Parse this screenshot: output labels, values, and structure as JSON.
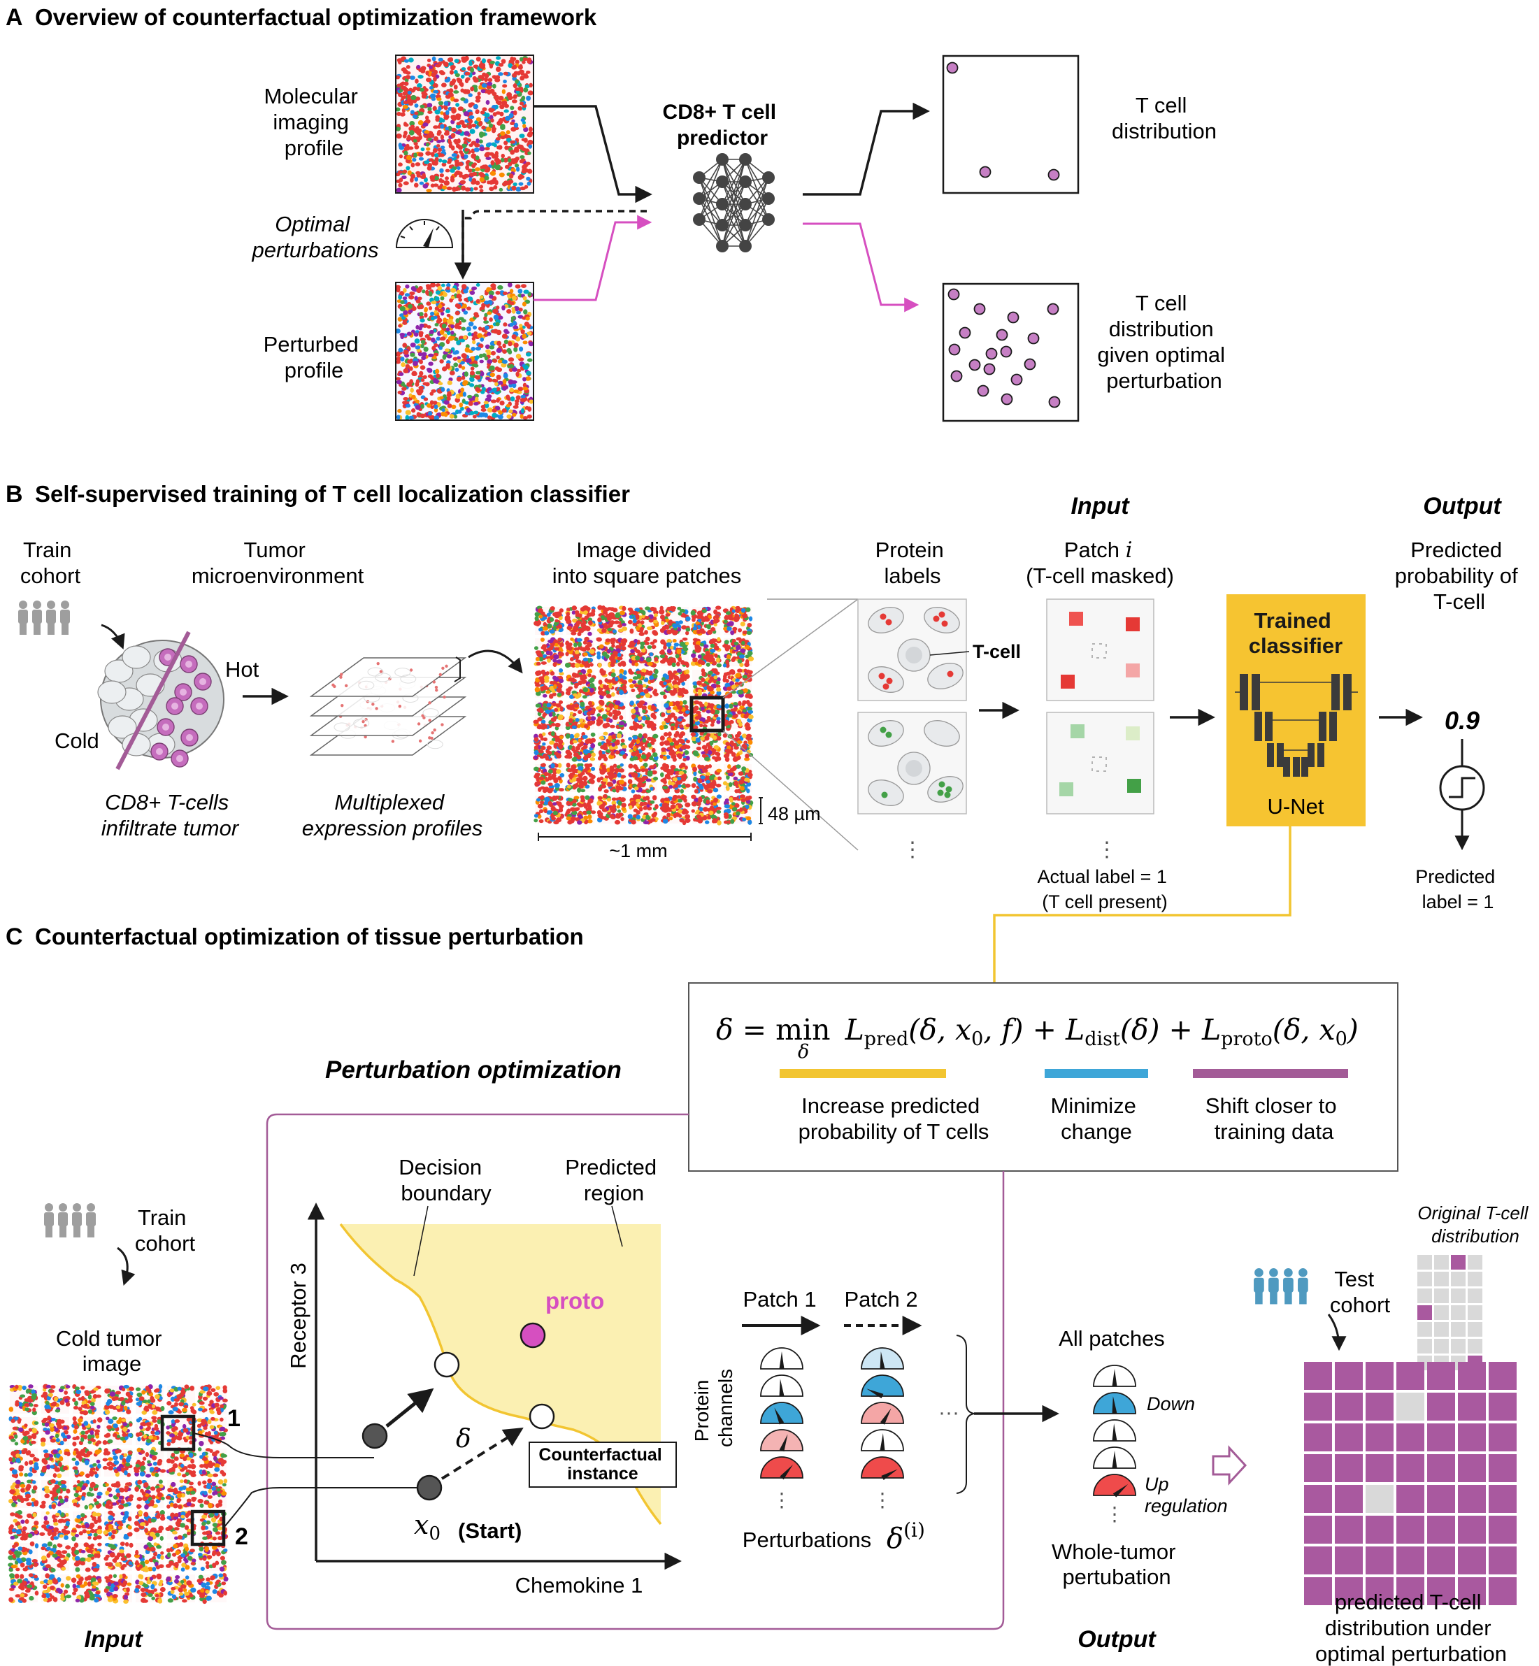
{
  "panelA": {
    "letter": "A",
    "title": "Overview of counterfactual optimization framework",
    "molecular_label": [
      "Molecular",
      "imaging",
      "profile"
    ],
    "optimal_label": [
      "Optimal",
      "perturbations"
    ],
    "perturbed_label": [
      "Perturbed",
      "profile"
    ],
    "predictor_label": [
      "CD8+ T cell",
      "predictor"
    ],
    "tcell_dist_label": [
      "T cell",
      "distribution"
    ],
    "tcell_dist_opt_label": [
      "T cell",
      "distribution",
      "given optimal",
      "perturbation"
    ]
  },
  "panelB": {
    "letter": "B",
    "title": "Self-supervised training of T cell localization classifier",
    "train_cohort": [
      "Train",
      "cohort"
    ],
    "tme": [
      "Tumor",
      "microenvironment"
    ],
    "hot": "Hot",
    "cold": "Cold",
    "infiltrate": [
      "CD8+ T-cells",
      "infiltrate tumor"
    ],
    "multiplexed": [
      "Multiplexed",
      "expression profiles"
    ],
    "image_divided": [
      "Image divided",
      "into square patches"
    ],
    "scale_um": "48 µm",
    "scale_mm": "~1 mm",
    "protein_labels": [
      "Protein",
      "labels"
    ],
    "tcell_tag": "T-cell",
    "input_header": "Input",
    "patch_label": [
      "Patch ",
      "i",
      "(T-cell masked)"
    ],
    "actual_label": [
      "Actual label = 1",
      "(T cell present)"
    ],
    "trained_classifier": [
      "Trained",
      "classifier"
    ],
    "unet": "U-Net",
    "output_header": "Output",
    "predicted_prob": [
      "Predicted",
      "probability of",
      "T-cell"
    ],
    "prob_value": "0.9",
    "predicted_label": [
      "Predicted",
      "label = 1"
    ]
  },
  "panelC": {
    "letter": "C",
    "title": "Counterfactual optimization of tissue perturbation",
    "equation": {
      "lhs": "δ = ",
      "min": "min",
      "min_sub": "δ",
      "t1_L": "L",
      "t1_sub": "pred",
      "t1_args": "(δ, x",
      "t1_args_sub": "0",
      "t1_args_end": ", f) + ",
      "t2_L": "L",
      "t2_sub": "dist",
      "t2_args": "(δ) + ",
      "t3_L": "L",
      "t3_sub": "proto",
      "t3_args": "(δ, x",
      "t3_args_sub": "0",
      "t3_args_end": ")"
    },
    "term_labels": [
      {
        "lines": [
          "Increase predicted",
          "probability of T cells"
        ],
        "color": "#f2c531"
      },
      {
        "lines": [
          "Minimize",
          "change"
        ],
        "color": "#3ea6d8"
      },
      {
        "lines": [
          "Shift closer to",
          "training data"
        ],
        "color": "#a35b97"
      }
    ],
    "perturbation_opt": "Perturbation optimization",
    "train_cohort": [
      "Train",
      "cohort"
    ],
    "cold_tumor": [
      "Cold tumor",
      "image"
    ],
    "marker1": "1",
    "marker2": "2",
    "input_label": "Input",
    "decision_boundary": [
      "Decision",
      "boundary"
    ],
    "predicted_region": [
      "Predicted",
      "region"
    ],
    "receptor_axis": "Receptor 3",
    "chemokine_axis": "Chemokine 1",
    "proto": "proto",
    "delta": "δ",
    "counterfactual": [
      "Counterfactual",
      "instance"
    ],
    "x0": "x",
    "x0_sub": "0",
    "start": "(Start)",
    "patch1": "Patch 1",
    "patch2": "Patch 2",
    "protein_channels": [
      "Protein",
      "channels"
    ],
    "ellipsis": "···",
    "perturbations": "Perturbations",
    "delta_i": "δ",
    "delta_i_sup": "(i)",
    "all_patches": "All patches",
    "down": "Down",
    "up_reg": [
      "Up",
      "regulation"
    ],
    "whole_tumor": [
      "Whole-tumor",
      "pertubation"
    ],
    "output_label": "Output",
    "test_cohort": [
      "Test",
      "cohort"
    ],
    "original_dist": [
      "Original T-cell",
      "distribution"
    ],
    "predicted_dist": [
      "predicted T-cell",
      "distribution under",
      "optimal perturbation"
    ]
  },
  "colors": {
    "magenta": "#d64fc0",
    "dot_fill": "#c67fc4",
    "yellow": "#f5c53a",
    "blue": "#3fa8db",
    "purple": "#a35b97",
    "light_yellow": "#fbf0b2",
    "red": "#e94a4a",
    "salmon": "#f4a6a6",
    "green": "#6dce83",
    "grid_purple": "#a9599f"
  }
}
